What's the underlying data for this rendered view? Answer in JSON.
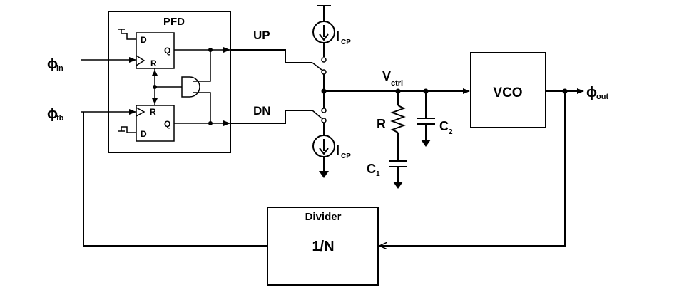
{
  "pfd": {
    "title": "PFD"
  },
  "ff_top": {
    "d": "D",
    "q": "Q",
    "r": "R"
  },
  "ff_bot": {
    "d": "D",
    "q": "Q",
    "r": "R"
  },
  "signals": {
    "phi_in": "ϕ",
    "phi_in_sub": "in",
    "phi_fb": "ϕ",
    "phi_fb_sub": "fb",
    "phi_out": "ϕ",
    "phi_out_sub": "out",
    "up": "UP",
    "dn": "DN",
    "vctrl": "V",
    "vctrl_sub": "ctrl"
  },
  "charge_pump": {
    "icp_top": "I",
    "icp_top_sub": "CP",
    "icp_bot": "I",
    "icp_bot_sub": "CP"
  },
  "loop_filter": {
    "r": "R",
    "c1": "C",
    "c1_sub": "1",
    "c2": "C",
    "c2_sub": "2"
  },
  "vco": {
    "label": "VCO"
  },
  "divider": {
    "title": "Divider",
    "ratio": "1/N"
  }
}
